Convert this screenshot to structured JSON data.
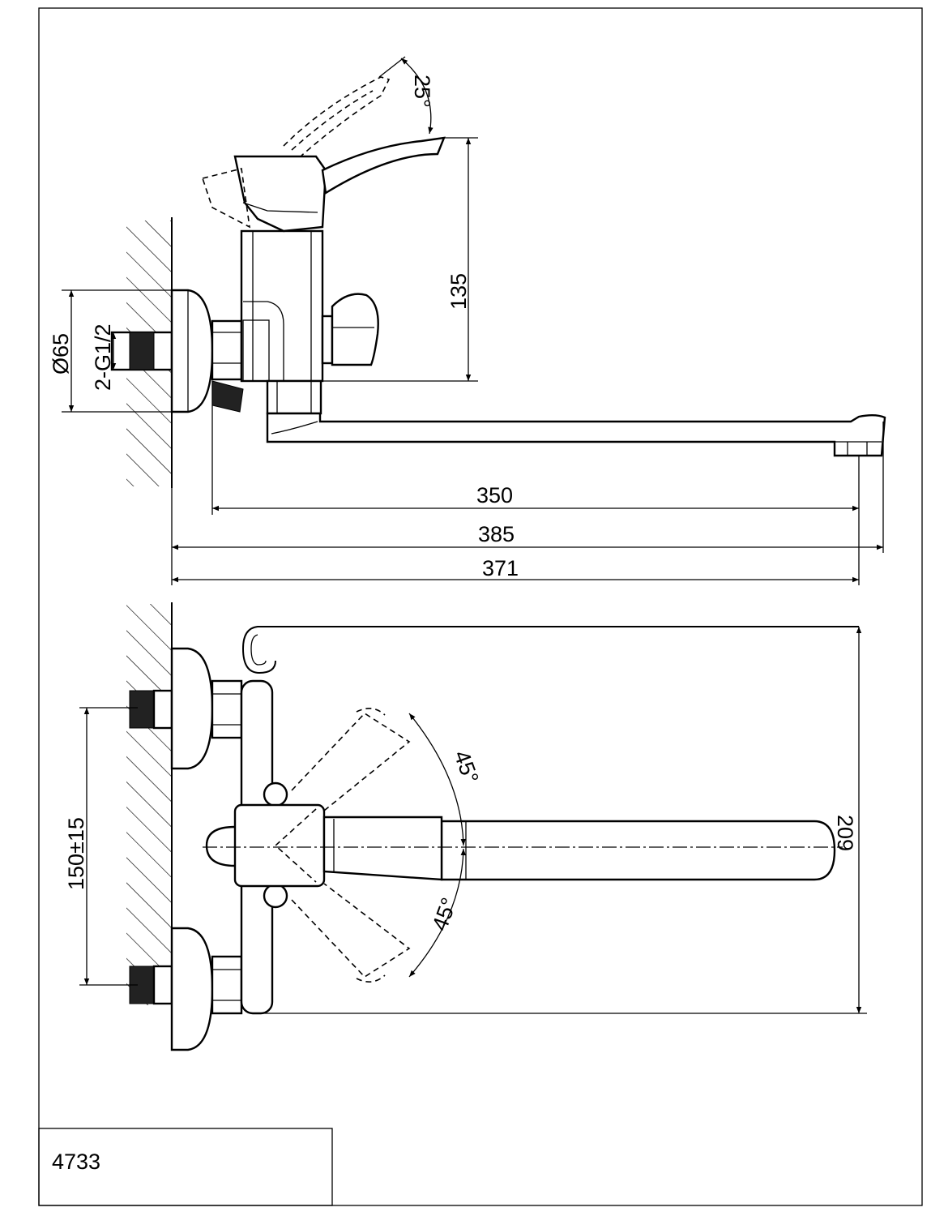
{
  "drawing": {
    "side_view": {
      "lever_angle": "25°",
      "height_dim": "135",
      "escutcheon_diameter": "Ø65",
      "thread_spec": "2-G1/2",
      "spout_reach": "350",
      "overall_length": "385",
      "wall_to_outlet": "371"
    },
    "top_view": {
      "handle_angle_upper": "45°",
      "handle_angle_lower": "45°",
      "inlet_spacing": "150±15",
      "width_dim": "209"
    }
  },
  "title_block": {
    "model_number": "4733"
  }
}
